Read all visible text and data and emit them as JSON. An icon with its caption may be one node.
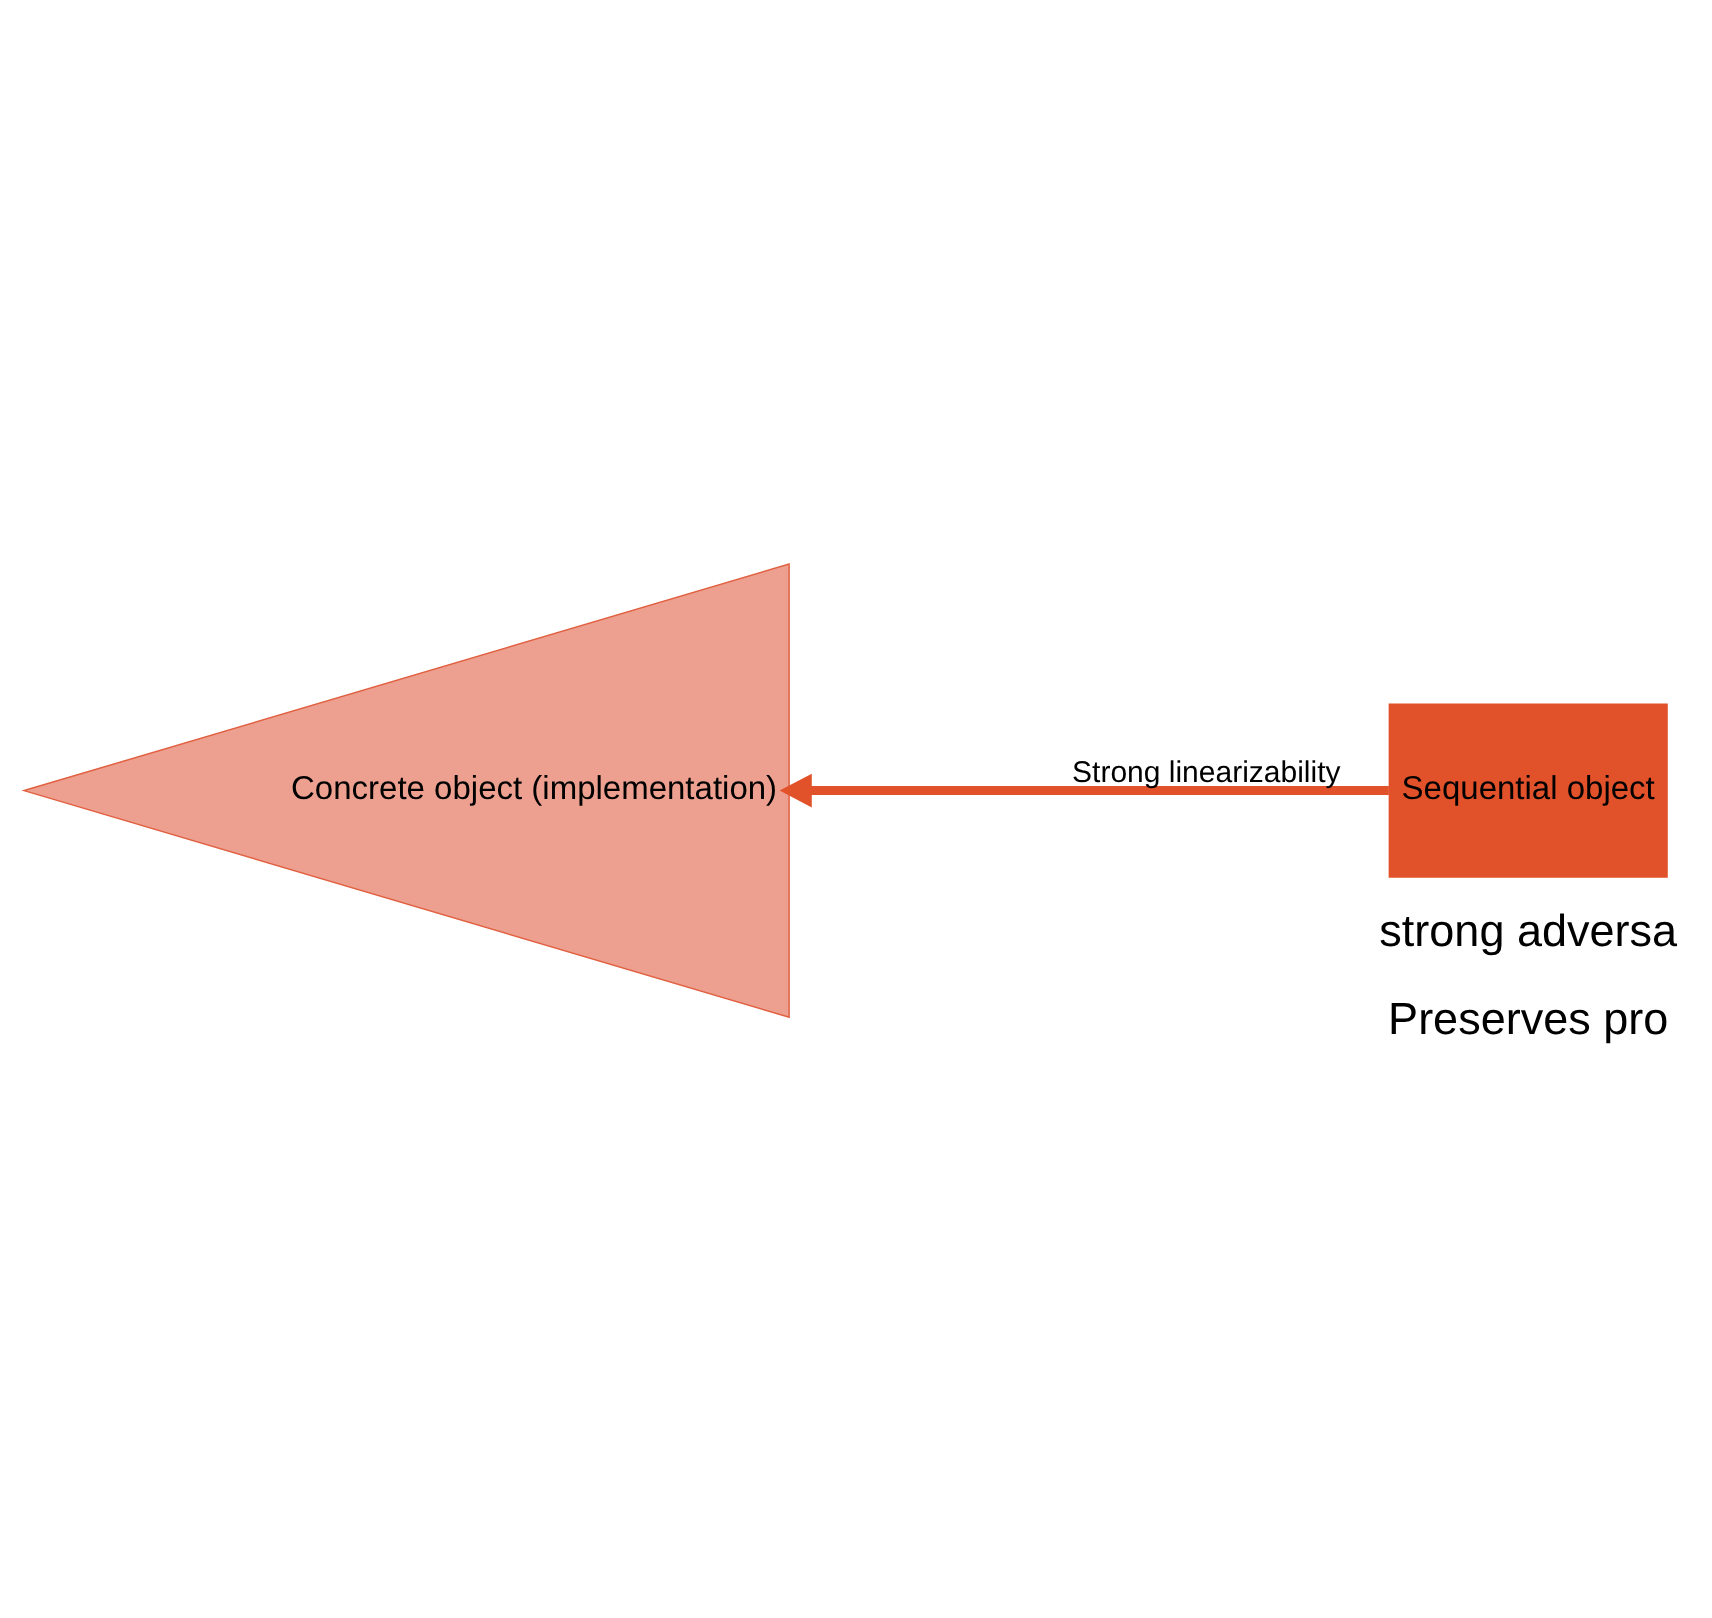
{
  "diagram": {
    "nodes": [
      {
        "text": [
          "Concrete object (implementation)"
        ]
      },
      {
        "text": [
          "Sequential object"
        ]
      }
    ],
    "edges": [
      {
        "from": 1,
        "to": 0,
        "arrow": "to",
        "label": "Strong linearizability"
      }
    ],
    "labels": [
      "Preserves pro",
      "strong adversa"
    ]
  }
}
